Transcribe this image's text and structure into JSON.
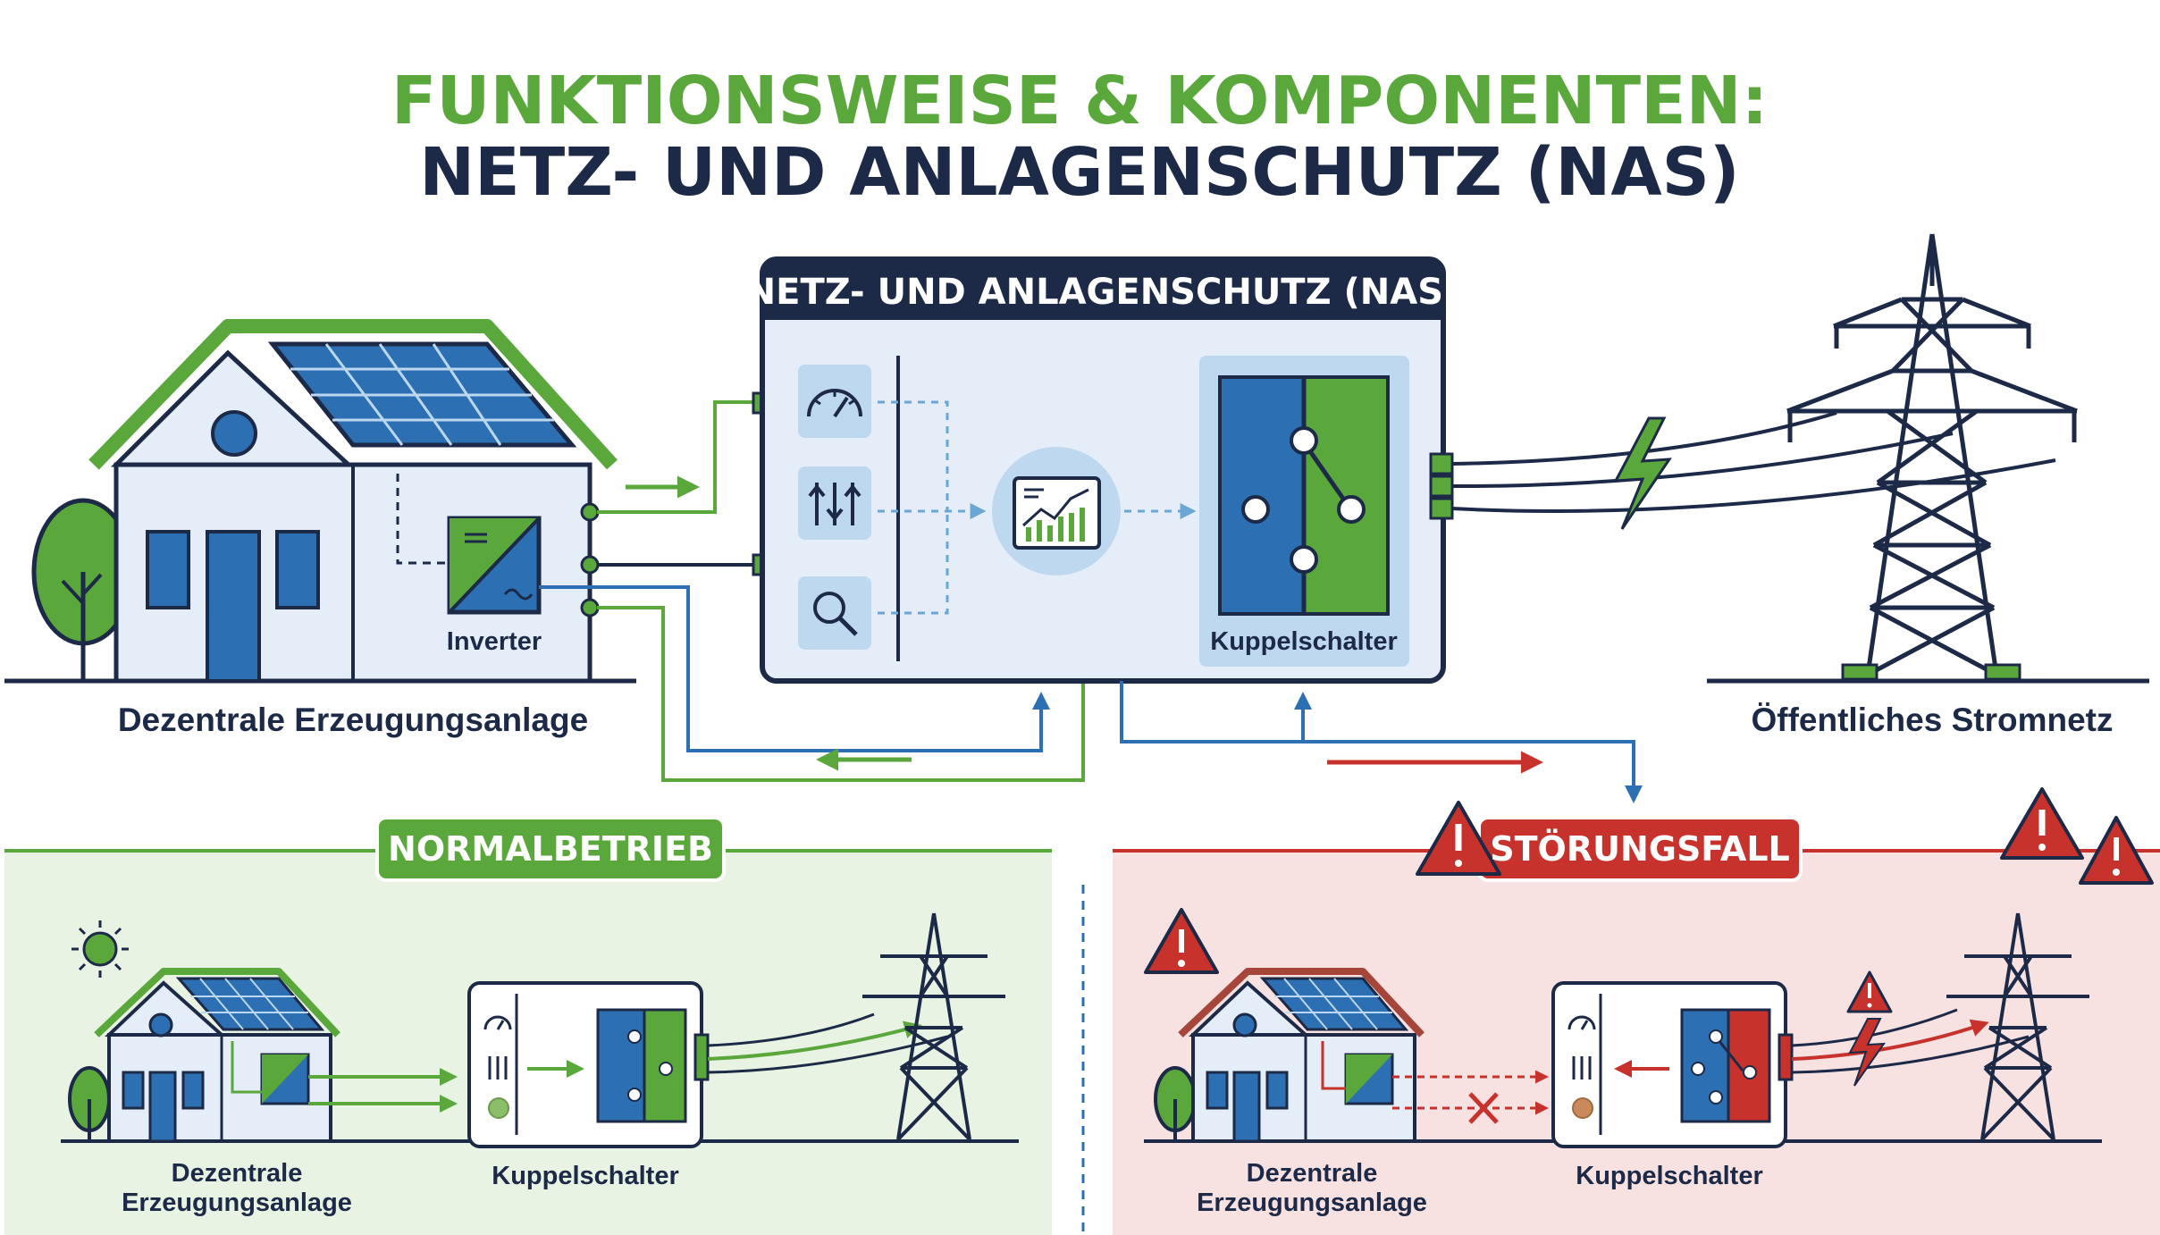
{
  "title": {
    "line1": "FUNKTIONSWEISE & KOMPONENTEN:",
    "line2": "NETZ- UND ANLAGENSCHUTZ (NAS)"
  },
  "nas_box": {
    "header": "NETZ- UND ANLAGENSCHUTZ (NAS)",
    "switch_label": "Kuppelschalter"
  },
  "house": {
    "inverter_label": "Inverter",
    "caption": "Dezentrale Erzeugungsanlage"
  },
  "grid": {
    "caption": "Öffentliches Stromnetz"
  },
  "normal": {
    "badge": "NORMALBETRIEB",
    "house_caption_line1": "Dezentrale",
    "house_caption_line2": "Erzeugungsanlage",
    "switch_caption": "Kuppelschalter"
  },
  "fault": {
    "badge": "STÖRUNGSFALL",
    "house_caption_line1": "Dezentrale",
    "house_caption_line2": "Erzeugungsanlage",
    "switch_caption": "Kuppelschalter"
  },
  "colors": {
    "green": "#5aa83c",
    "navy": "#1c2a48",
    "blue": "#2c6fb2",
    "red": "#c8322c",
    "light_blue": "#e4edf8",
    "light_green_bg": "#e9f3e3",
    "light_red_bg": "#f8e1e1"
  },
  "icons": [
    "gauge-icon",
    "sliders-icon",
    "search-icon",
    "chart-icon",
    "lightning-icon",
    "warning-icon",
    "sun-icon",
    "tree-icon",
    "solar-panel-icon",
    "inverter-icon",
    "transmission-tower-icon"
  ]
}
